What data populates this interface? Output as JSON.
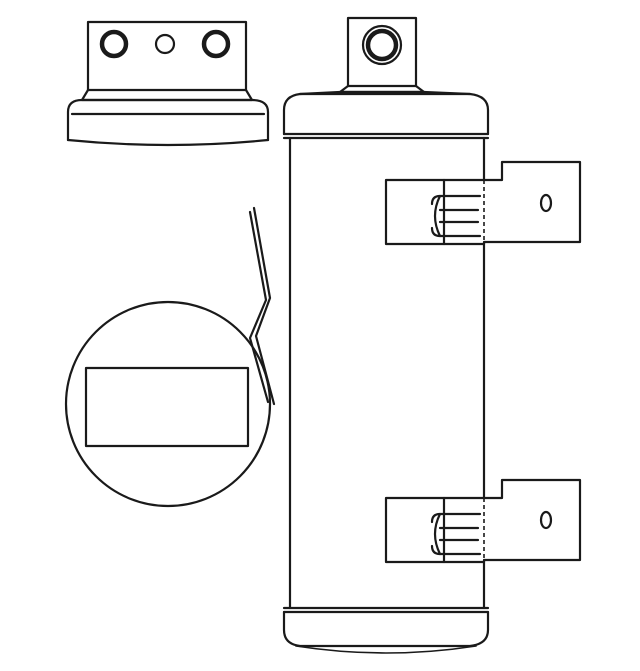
{
  "diagram": {
    "subject": "receiver-drier",
    "line_color": "#1a1a1a",
    "background": "#ffffff",
    "parts": [
      "top-port-block",
      "drier-cylinder",
      "inlet-port",
      "upper-mounting-bracket",
      "lower-mounting-bracket",
      "detail-callout-circle",
      "label-plate"
    ],
    "label_plate_text": ""
  }
}
